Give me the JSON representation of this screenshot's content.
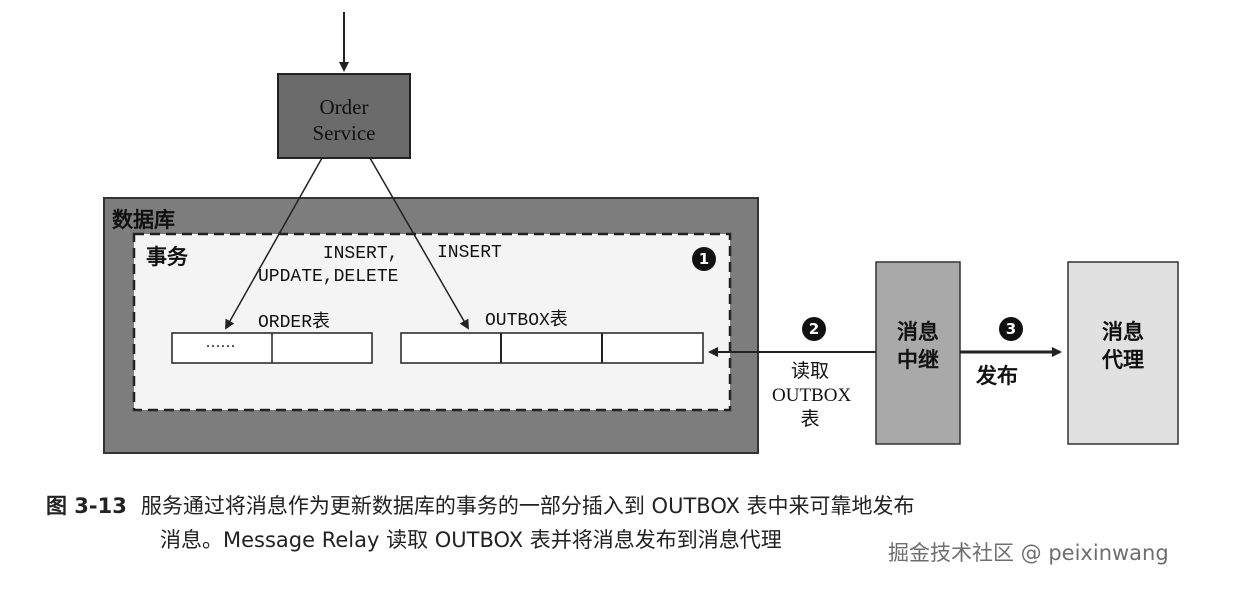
{
  "order_service": {
    "label_line1": "Order",
    "label_line2": "Service"
  },
  "database": {
    "label": "数据库"
  },
  "transaction": {
    "label": "事务"
  },
  "operations": {
    "order_ops_line1": "INSERT,",
    "order_ops_line2": "UPDATE,DELETE",
    "outbox_ops": "INSERT"
  },
  "tables": {
    "order_label": "ORDER表",
    "order_cell_placeholder": "......",
    "outbox_label": "OUTBOX表"
  },
  "steps": {
    "step1": "1",
    "step2": "2",
    "step3": "3"
  },
  "relay": {
    "label_line1": "消息",
    "label_line2": "中继"
  },
  "broker": {
    "label_line1": "消息",
    "label_line2": "代理"
  },
  "read_outbox": {
    "line1": "读取",
    "line2": "OUTBOX",
    "line3": "表"
  },
  "publish": {
    "label": "发布"
  },
  "caption": {
    "figure_number": "图 3-13",
    "line1": "服务通过将消息作为更新数据库的事务的一部分插入到 OUTBOX 表中来可靠地发布",
    "line2": "消息。Message Relay 读取 OUTBOX 表并将消息发布到消息代理"
  },
  "watermark": "掘金技术社区 @ peixinwang",
  "colors": {
    "order_service_fill": "#6b6b6b",
    "database_fill": "#7d7d7d",
    "transaction_fill": "#f4f4f4",
    "relay_fill": "#a9a9a9",
    "broker_fill": "#e1e1e1",
    "line": "#222222"
  }
}
